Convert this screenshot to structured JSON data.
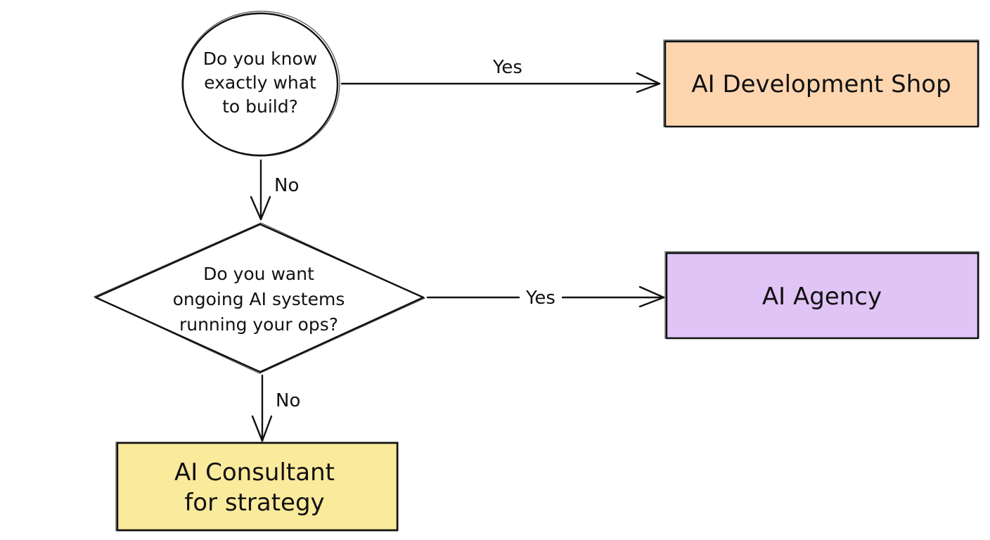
{
  "diagram": {
    "type": "flowchart",
    "style": "hand-drawn sketch",
    "nodes": [
      {
        "id": "q1",
        "shape": "circle",
        "lines": [
          "Do you know",
          "exactly what",
          "to build?"
        ],
        "fill": "#ffffff"
      },
      {
        "id": "q2",
        "shape": "diamond",
        "lines": [
          "Do you want",
          "ongoing AI systems",
          "running your ops?"
        ],
        "fill": "#ffffff"
      },
      {
        "id": "dev_shop",
        "shape": "rectangle",
        "lines": [
          "AI Development Shop"
        ],
        "fill": "#fdd6b0"
      },
      {
        "id": "agency",
        "shape": "rectangle",
        "lines": [
          "AI Agency"
        ],
        "fill": "#e0c4f6"
      },
      {
        "id": "consultant",
        "shape": "rectangle",
        "lines": [
          "AI Consultant",
          "for strategy"
        ],
        "fill": "#faea9c"
      }
    ],
    "edges": [
      {
        "from": "q1",
        "to": "dev_shop",
        "label": "Yes"
      },
      {
        "from": "q1",
        "to": "q2",
        "label": "No"
      },
      {
        "from": "q2",
        "to": "agency",
        "label": "Yes"
      },
      {
        "from": "q2",
        "to": "consultant",
        "label": "No"
      }
    ],
    "colors": {
      "stroke": "#111111",
      "background": "#ffffff"
    }
  }
}
